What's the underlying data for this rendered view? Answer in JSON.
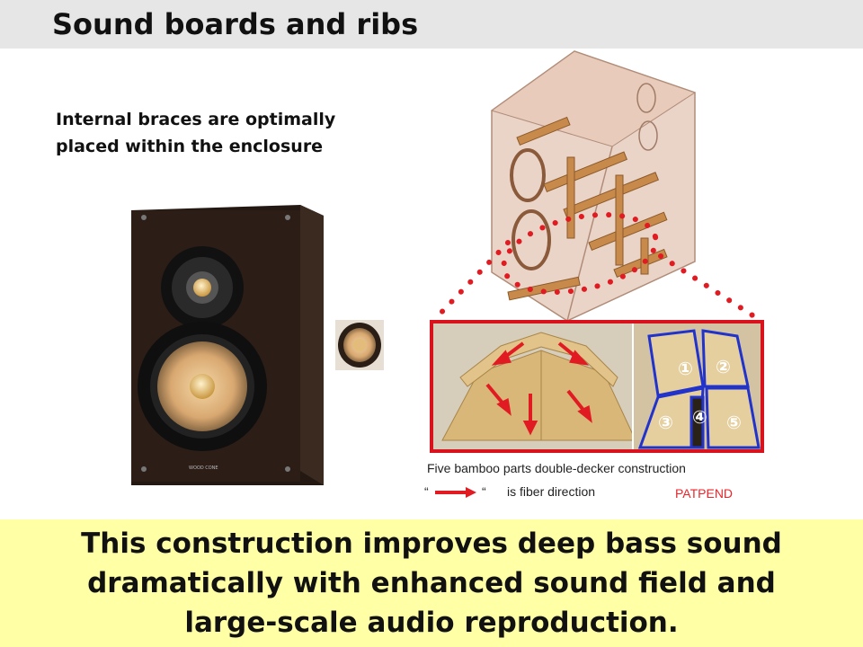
{
  "slide": {
    "title": "Sound boards and ribs",
    "subtitle_line1": "Internal braces are optimally",
    "subtitle_line2": "placed within the enclosure",
    "caption": "Five bamboo parts double-decker construction",
    "fiber_quote_open": "“",
    "fiber_quote_close": "“",
    "fiber_text": "is fiber direction",
    "patent": "PATPEND",
    "bottom_line1": "This construction improves deep bass sound",
    "bottom_line2": "dramatically with enhanced sound field and",
    "bottom_line3": "large-scale audio reproduction.",
    "speaker_badge": "WOOD CONE",
    "part_numbers": [
      "①",
      "②",
      "③",
      "④",
      "⑤"
    ]
  },
  "colors": {
    "title_bar": "#e6e6e6",
    "highlight": "#ffffa6",
    "accent_red": "#d8131e",
    "part_outline_blue": "#2233cc"
  }
}
